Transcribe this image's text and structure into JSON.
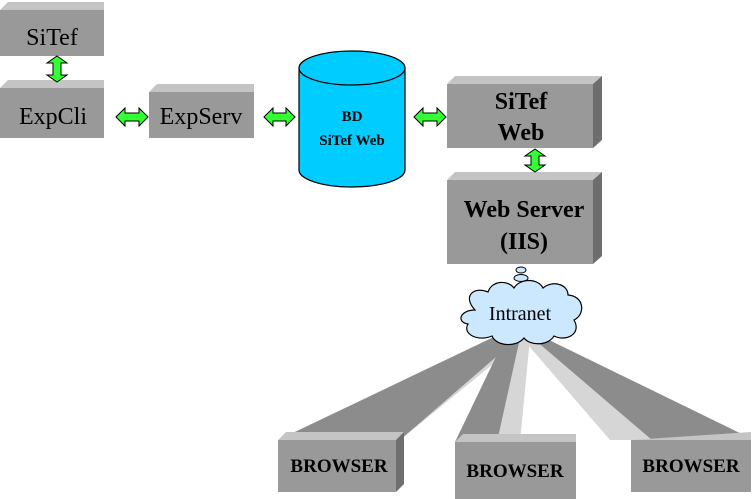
{
  "nodes": {
    "sitef": "SiTef",
    "expcli": "ExpCli",
    "expserv": "ExpServ",
    "bd_line1": "BD",
    "bd_line2": "SiTef Web",
    "sitefweb_line1": "SiTef",
    "sitefweb_line2": "Web",
    "webserver_line1": "Web Server",
    "webserver_line2": "(IIS)",
    "intranet": "Intranet",
    "browser_left": "BROWSER",
    "browser_center": "BROWSER",
    "browser_right": "BROWSER"
  },
  "colors": {
    "box_face": "#999999",
    "box_top": "#c4c4c4",
    "box_side": "#6e6e6e",
    "arrow": "#33ff33",
    "database": "#00ccff",
    "cloud": "#cce8ff",
    "beam_dark": "#8c8c8c",
    "beam_light": "#d6d6d6"
  },
  "icons": {
    "connector": "double-arrow-icon",
    "database": "cylinder-icon",
    "network": "cloud-icon"
  }
}
